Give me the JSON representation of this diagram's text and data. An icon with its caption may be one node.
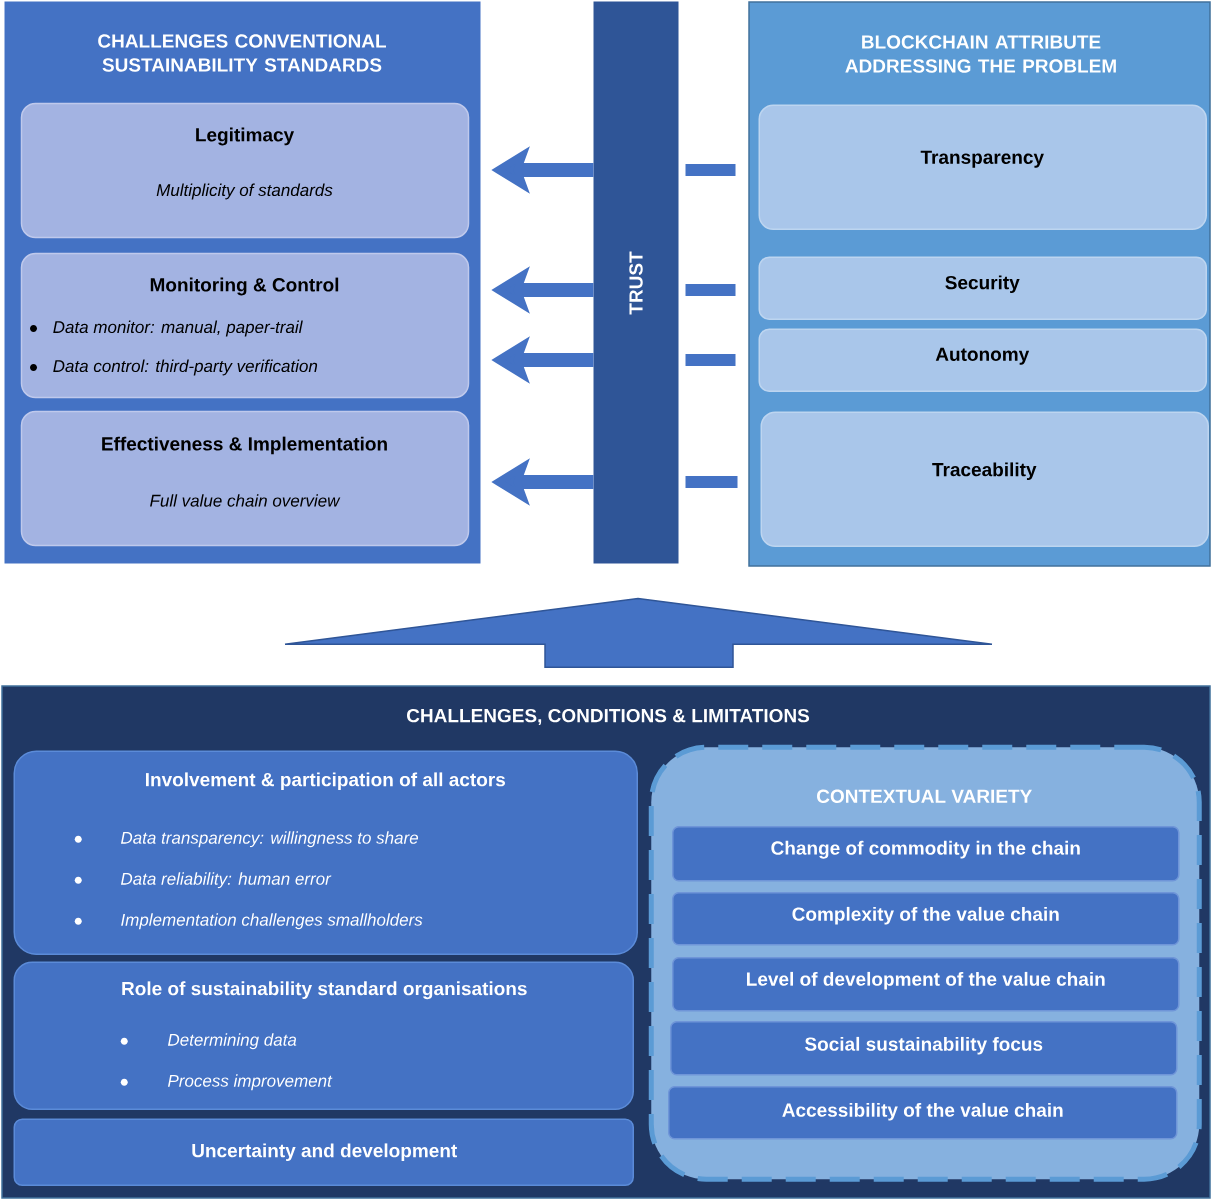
{
  "diagram": {
    "nodes": [
      {
        "text": [
          "CHALLENGES CONVENTIONAL SUSTAINABILITY STANDARDS"
        ]
      },
      {
        "text": [
          "Legitimacy",
          "Multiplicity of standards"
        ],
        "in": 0
      },
      {
        "text": [
          "Monitoring & Control",
          "Data monitor: manual, paper-trail",
          "Data control: third-party verification"
        ],
        "in": 0
      },
      {
        "text": [
          "Effectiveness & Implementation",
          "Full value chain overview"
        ],
        "in": 0
      },
      {
        "text": [
          "TRUST"
        ]
      },
      {
        "text": [
          "BLOCKCHAIN ATTRIBUTE ADDRESSING THE PROBLEM"
        ]
      },
      {
        "text": [
          "Transparency"
        ],
        "in": 5
      },
      {
        "text": [
          "Security"
        ],
        "in": 5
      },
      {
        "text": [
          "Autonomy"
        ],
        "in": 5
      },
      {
        "text": [
          "Traceability"
        ],
        "in": 5
      },
      {
        "text": [
          "CHALLENGES, CONDITIONS & LIMITATIONS"
        ]
      },
      {
        "text": [
          "Involvement & participation of all actors",
          "Data transparency: willingness to share",
          "Data reliability: human error",
          "Implementation challenges smallholders"
        ],
        "in": 10
      },
      {
        "text": [
          "Role of sustainability standard organisations",
          "Determining data",
          "Process improvement"
        ],
        "in": 10
      },
      {
        "text": [
          "Uncertainty and development"
        ],
        "in": 10
      },
      {
        "text": [
          "CONTEXTUAL VARIETY"
        ],
        "in": 10
      },
      {
        "text": [
          "Change of commodity in the chain"
        ],
        "in": 14
      },
      {
        "text": [
          "Complexity of the value chain"
        ],
        "in": 14
      },
      {
        "text": [
          "Level of development of the value chain"
        ],
        "in": 14
      },
      {
        "text": [
          "Social sustainability focus"
        ],
        "in": 14
      },
      {
        "text": [
          "Accessibility of the value chain"
        ],
        "in": 14
      }
    ],
    "edges": [
      {
        "from": 6,
        "to": 4,
        "arrow": "none"
      },
      {
        "from": 7,
        "to": 4,
        "arrow": "none"
      },
      {
        "from": 8,
        "to": 4,
        "arrow": "none"
      },
      {
        "from": 9,
        "to": 4,
        "arrow": "none"
      },
      {
        "from": 4,
        "to": 1,
        "arrow": "to"
      },
      {
        "from": 4,
        "to": 2,
        "arrow": "to"
      },
      {
        "from": 4,
        "to": 2,
        "arrow": "to"
      },
      {
        "from": 4,
        "to": 3,
        "arrow": "to"
      },
      {
        "from": 10,
        "to": 4,
        "arrow": "to"
      }
    ]
  }
}
